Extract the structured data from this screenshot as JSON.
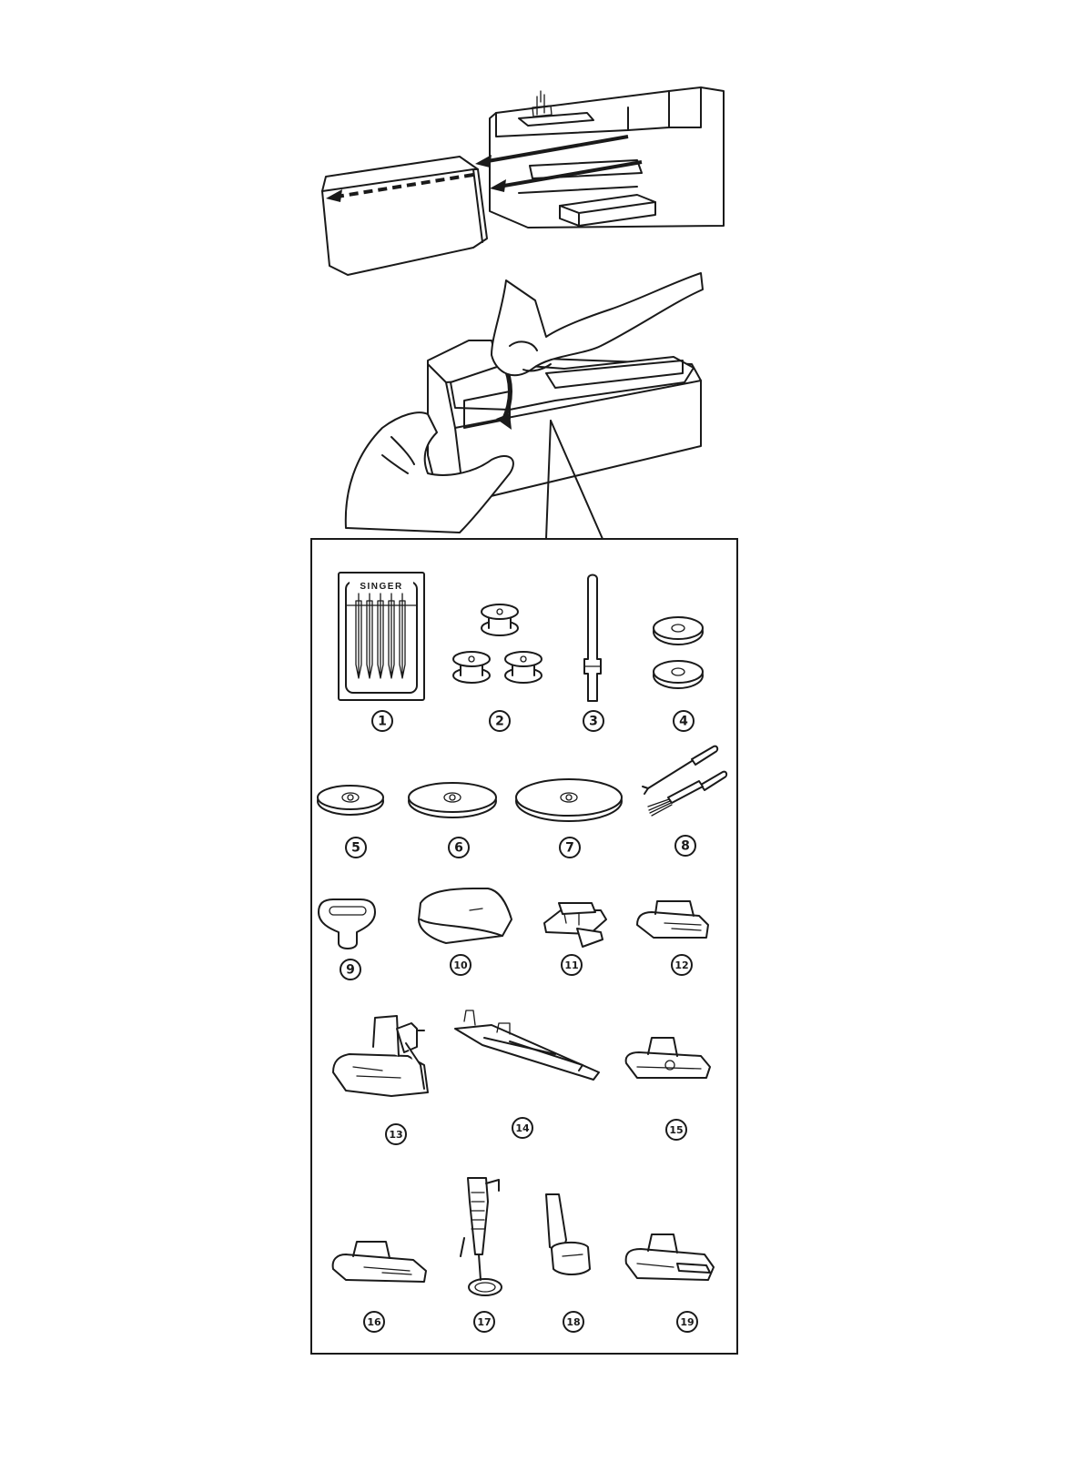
{
  "needle_pack": {
    "brand": "SINGER"
  },
  "accessories": [
    {
      "number": "1"
    },
    {
      "number": "2"
    },
    {
      "number": "3"
    },
    {
      "number": "4"
    },
    {
      "number": "5"
    },
    {
      "number": "6"
    },
    {
      "number": "7"
    },
    {
      "number": "8"
    },
    {
      "number": "9"
    },
    {
      "number": "10"
    },
    {
      "number": "11"
    },
    {
      "number": "12"
    },
    {
      "number": "13"
    },
    {
      "number": "14"
    },
    {
      "number": "15"
    },
    {
      "number": "16"
    },
    {
      "number": "17"
    },
    {
      "number": "18"
    },
    {
      "number": "19"
    }
  ]
}
